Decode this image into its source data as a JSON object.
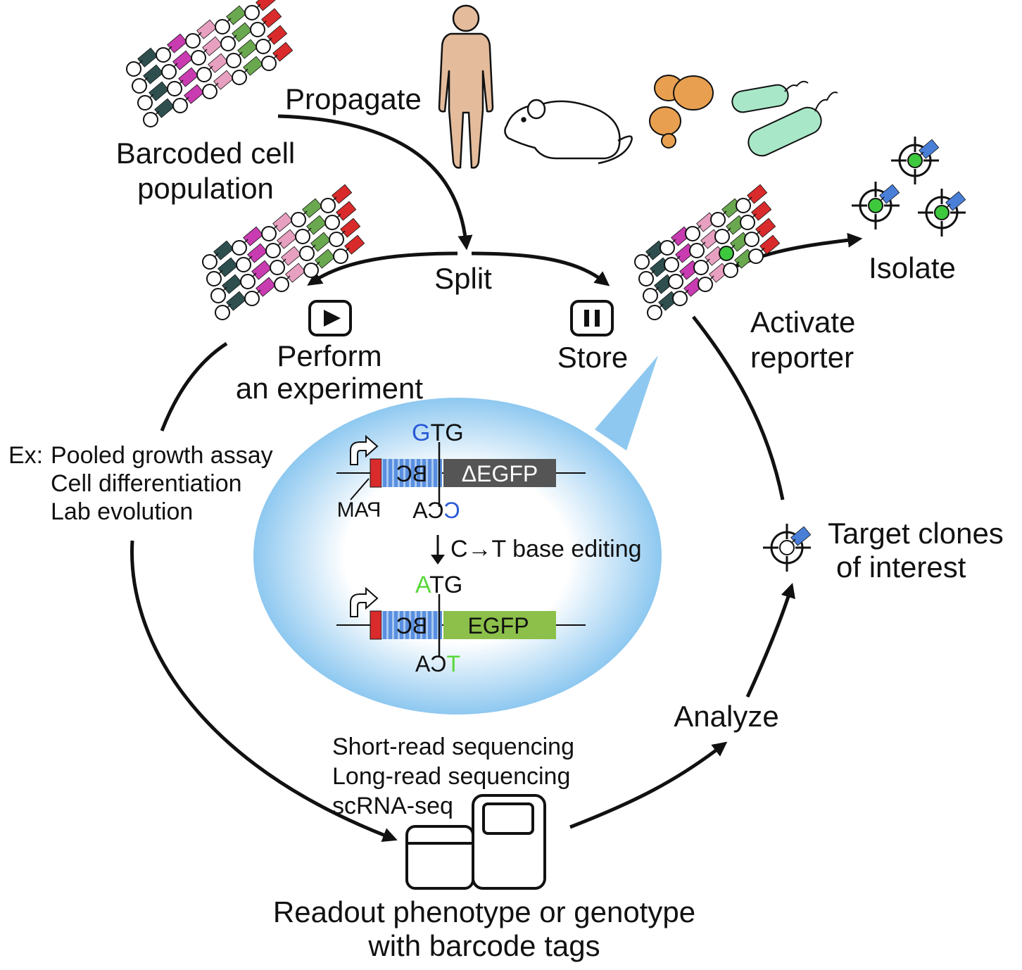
{
  "labels": {
    "barcoded_cell": "Barcoded cell",
    "population": "population",
    "propagate": "Propagate",
    "split": "Split",
    "perform": "Perform",
    "an_experiment": "an experiment",
    "store": "Store",
    "activate": "Activate",
    "reporter": "reporter",
    "isolate": "Isolate",
    "ex_prefix": "Ex:",
    "ex_items": [
      "Pooled growth assay",
      "Cell differentiation",
      "Lab evolution"
    ],
    "target_line1": "Target clones",
    "target_line2": "of interest",
    "analyze": "Analyze",
    "seq_methods": [
      "Short-read sequencing",
      "Long-read sequencing",
      "scRNA-seq"
    ],
    "readout_line1": "Readout phenotype or genotype",
    "readout_line2": "with barcode tags"
  },
  "construct": {
    "top_codon_first": "G",
    "top_codon_rest": "TG",
    "bc": "BC",
    "degfp": "ΔEGFP",
    "pam": "PAM",
    "bottom_codon_first": "CA",
    "bottom_codon_last": "C",
    "edit_label": "C→T base editing",
    "edited_codon_first": "A",
    "edited_codon_rest": "TG",
    "egfp": "EGFP",
    "edited_bottom_first": "CA",
    "edited_bottom_last": "T"
  },
  "colors": {
    "tags": [
      "#2f4f4f",
      "#e8dc4a",
      "#6aa84f",
      "#4a7fd8",
      "#e86b2c",
      "#c93bb0",
      "#9b6b3a",
      "#d92b2b",
      "#3a9b8b",
      "#3a3ab8",
      "#e8a0c0",
      "#5a2a8a",
      "#9cc84a"
    ],
    "reporter_green": "#3ec83e",
    "degfp_box": "#555555",
    "egfp_box": "#8cc04a",
    "pam_red": "#d92b2b",
    "bc_blue": "#5a8fe0",
    "g_blue": "#2a5ad8",
    "a_green": "#5ad83a",
    "bubble": "#8ec8f0",
    "human": "#e4bc9c",
    "yeast": "#e8a050",
    "bacteria": "#a8e8c8"
  }
}
